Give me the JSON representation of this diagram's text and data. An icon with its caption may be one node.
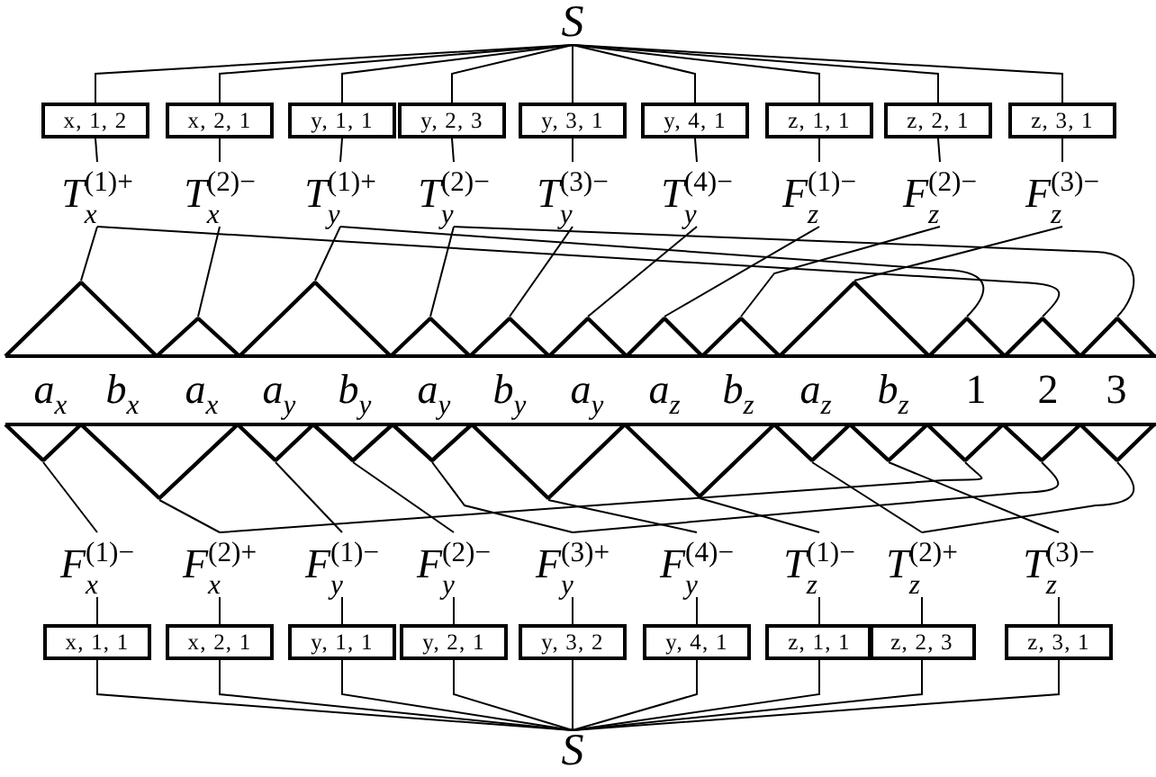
{
  "diagram": {
    "nodes": [
      {
        "text": [
          "S"
        ]
      },
      {
        "text": [
          "x, 1, 2"
        ]
      },
      {
        "text": [
          "x, 2, 1"
        ]
      },
      {
        "text": [
          "y, 1, 1"
        ]
      },
      {
        "text": [
          "y, 2, 3"
        ]
      },
      {
        "text": [
          "y, 3, 1"
        ]
      },
      {
        "text": [
          "y, 4, 1"
        ]
      },
      {
        "text": [
          "z, 1, 1"
        ]
      },
      {
        "text": [
          "z, 2, 1"
        ]
      },
      {
        "text": [
          "z, 3, 1"
        ]
      },
      {
        "text": [
          "T$_{x}$$^{(1)+}$"
        ]
      },
      {
        "text": [
          "T$_{x}$$^{(2)−}$"
        ]
      },
      {
        "text": [
          "T$_{y}$$^{(1)+}$"
        ]
      },
      {
        "text": [
          "T$_{y}$$^{(2)−}$"
        ]
      },
      {
        "text": [
          "T$_{y}$$^{(3)−}$"
        ]
      },
      {
        "text": [
          "T$_{y}$$^{(4)−}$"
        ]
      },
      {
        "text": [
          "F$_{z}$$^{(1)−}$"
        ]
      },
      {
        "text": [
          "F$_{z}$$^{(2)−}$"
        ]
      },
      {
        "text": [
          "F$_{z}$$^{(3)−}$"
        ]
      },
      {
        "text": [],
        "shape": "triangle"
      },
      {
        "text": [],
        "shape": "triangle"
      },
      {
        "text": [],
        "shape": "triangle"
      },
      {
        "text": [],
        "shape": "triangle"
      },
      {
        "text": [],
        "shape": "triangle"
      },
      {
        "text": [],
        "shape": "triangle"
      },
      {
        "text": [],
        "shape": "triangle"
      },
      {
        "text": [],
        "shape": "triangle"
      },
      {
        "text": [],
        "shape": "triangle"
      },
      {
        "text": [],
        "shape": "triangle"
      },
      {
        "text": [],
        "shape": "triangle"
      },
      {
        "text": [],
        "shape": "triangle"
      },
      {
        "text": [
          "a$_{x}$",
          "b$_{x}$",
          "a$_{x}$",
          "a$_{y}$",
          "b$_{y}$",
          "a$_{y}$",
          "b$_{y}$",
          "a$_{y}$",
          "a$_{z}$",
          "b$_{z}$",
          "a$_{z}$",
          "b$_{z}$",
          "1",
          "2",
          "3"
        ]
      },
      {
        "text": [],
        "shape": "triangle"
      },
      {
        "text": [],
        "shape": "triangle"
      },
      {
        "text": [],
        "shape": "triangle"
      },
      {
        "text": [],
        "shape": "triangle"
      },
      {
        "text": [],
        "shape": "triangle"
      },
      {
        "text": [],
        "shape": "triangle"
      },
      {
        "text": [],
        "shape": "triangle"
      },
      {
        "text": [],
        "shape": "triangle"
      },
      {
        "text": [],
        "shape": "triangle"
      },
      {
        "text": [],
        "shape": "triangle"
      },
      {
        "text": [],
        "shape": "triangle"
      },
      {
        "text": [],
        "shape": "triangle"
      },
      {
        "text": [
          "F$_{x}$$^{(1)−}$"
        ]
      },
      {
        "text": [
          "F$_{x}$$^{(2)+}$"
        ]
      },
      {
        "text": [
          "F$_{y}$$^{(1)−}$"
        ]
      },
      {
        "text": [
          "F$_{y}$$^{(2)−}$"
        ]
      },
      {
        "text": [
          "F$_{y}$$^{(3)+}$"
        ]
      },
      {
        "text": [
          "F$_{y}$$^{(4)−}$"
        ]
      },
      {
        "text": [
          "T$_{z}$$^{(1)−}$"
        ]
      },
      {
        "text": [
          "T$_{z}$$^{(2)+}$"
        ]
      },
      {
        "text": [
          "T$_{z}$$^{(3)−}$"
        ]
      },
      {
        "text": [
          "x, 1, 1"
        ]
      },
      {
        "text": [
          "x, 2, 1"
        ]
      },
      {
        "text": [
          "y, 1, 1"
        ]
      },
      {
        "text": [
          "y, 2, 1"
        ]
      },
      {
        "text": [
          "y, 3, 2"
        ]
      },
      {
        "text": [
          "y, 4, 1"
        ]
      },
      {
        "text": [
          "z, 1, 1"
        ]
      },
      {
        "text": [
          "z, 2, 3"
        ]
      },
      {
        "text": [
          "z, 3, 1"
        ]
      },
      {
        "text": [
          "S"
        ]
      }
    ],
    "edges": [
      {
        "from": 0,
        "to": 1,
        "arrow": "none"
      },
      {
        "from": 0,
        "to": 2,
        "arrow": "none"
      },
      {
        "from": 0,
        "to": 3,
        "arrow": "none"
      },
      {
        "from": 0,
        "to": 4,
        "arrow": "none"
      },
      {
        "from": 0,
        "to": 5,
        "arrow": "none"
      },
      {
        "from": 0,
        "to": 6,
        "arrow": "none"
      },
      {
        "from": 0,
        "to": 7,
        "arrow": "none"
      },
      {
        "from": 0,
        "to": 8,
        "arrow": "none"
      },
      {
        "from": 0,
        "to": 9,
        "arrow": "none"
      },
      {
        "from": 1,
        "to": 10,
        "arrow": "none"
      },
      {
        "from": 2,
        "to": 11,
        "arrow": "none"
      },
      {
        "from": 3,
        "to": 12,
        "arrow": "none"
      },
      {
        "from": 4,
        "to": 13,
        "arrow": "none"
      },
      {
        "from": 5,
        "to": 14,
        "arrow": "none"
      },
      {
        "from": 6,
        "to": 15,
        "arrow": "none"
      },
      {
        "from": 7,
        "to": 16,
        "arrow": "none"
      },
      {
        "from": 8,
        "to": 17,
        "arrow": "none"
      },
      {
        "from": 9,
        "to": 18,
        "arrow": "none"
      },
      {
        "from": 10,
        "to": 19,
        "arrow": "none"
      },
      {
        "from": 11,
        "to": 20,
        "arrow": "none"
      },
      {
        "from": 12,
        "to": 21,
        "arrow": "none"
      },
      {
        "from": 13,
        "to": 22,
        "arrow": "none"
      },
      {
        "from": 14,
        "to": 23,
        "arrow": "none"
      },
      {
        "from": 15,
        "to": 24,
        "arrow": "none"
      },
      {
        "from": 16,
        "to": 25,
        "arrow": "none"
      },
      {
        "from": 17,
        "to": 26,
        "arrow": "none"
      },
      {
        "from": 18,
        "to": 27,
        "arrow": "none"
      },
      {
        "from": 10,
        "to": 29,
        "arrow": "none"
      },
      {
        "from": 12,
        "to": 28,
        "arrow": "none"
      },
      {
        "from": 13,
        "to": 30,
        "arrow": "none"
      },
      {
        "from": 32,
        "to": 44,
        "arrow": "none"
      },
      {
        "from": 33,
        "to": 45,
        "arrow": "none"
      },
      {
        "from": 34,
        "to": 46,
        "arrow": "none"
      },
      {
        "from": 35,
        "to": 47,
        "arrow": "none"
      },
      {
        "from": 36,
        "to": 48,
        "arrow": "none"
      },
      {
        "from": 37,
        "to": 49,
        "arrow": "none"
      },
      {
        "from": 38,
        "to": 50,
        "arrow": "none"
      },
      {
        "from": 39,
        "to": 51,
        "arrow": "none"
      },
      {
        "from": 40,
        "to": 52,
        "arrow": "none"
      },
      {
        "from": 41,
        "to": 45,
        "arrow": "none"
      },
      {
        "from": 42,
        "to": 48,
        "arrow": "none"
      },
      {
        "from": 43,
        "to": 51,
        "arrow": "none"
      },
      {
        "from": 44,
        "to": 53,
        "arrow": "none"
      },
      {
        "from": 45,
        "to": 54,
        "arrow": "none"
      },
      {
        "from": 46,
        "to": 55,
        "arrow": "none"
      },
      {
        "from": 47,
        "to": 56,
        "arrow": "none"
      },
      {
        "from": 48,
        "to": 57,
        "arrow": "none"
      },
      {
        "from": 49,
        "to": 58,
        "arrow": "none"
      },
      {
        "from": 50,
        "to": 59,
        "arrow": "none"
      },
      {
        "from": 51,
        "to": 60,
        "arrow": "none"
      },
      {
        "from": 52,
        "to": 61,
        "arrow": "none"
      },
      {
        "from": 53,
        "to": 62,
        "arrow": "none"
      },
      {
        "from": 54,
        "to": 62,
        "arrow": "none"
      },
      {
        "from": 55,
        "to": 62,
        "arrow": "none"
      },
      {
        "from": 56,
        "to": 62,
        "arrow": "none"
      },
      {
        "from": 57,
        "to": 62,
        "arrow": "none"
      },
      {
        "from": 58,
        "to": 62,
        "arrow": "none"
      },
      {
        "from": 59,
        "to": 62,
        "arrow": "none"
      },
      {
        "from": 60,
        "to": 62,
        "arrow": "none"
      },
      {
        "from": 61,
        "to": 62,
        "arrow": "none"
      }
    ]
  }
}
